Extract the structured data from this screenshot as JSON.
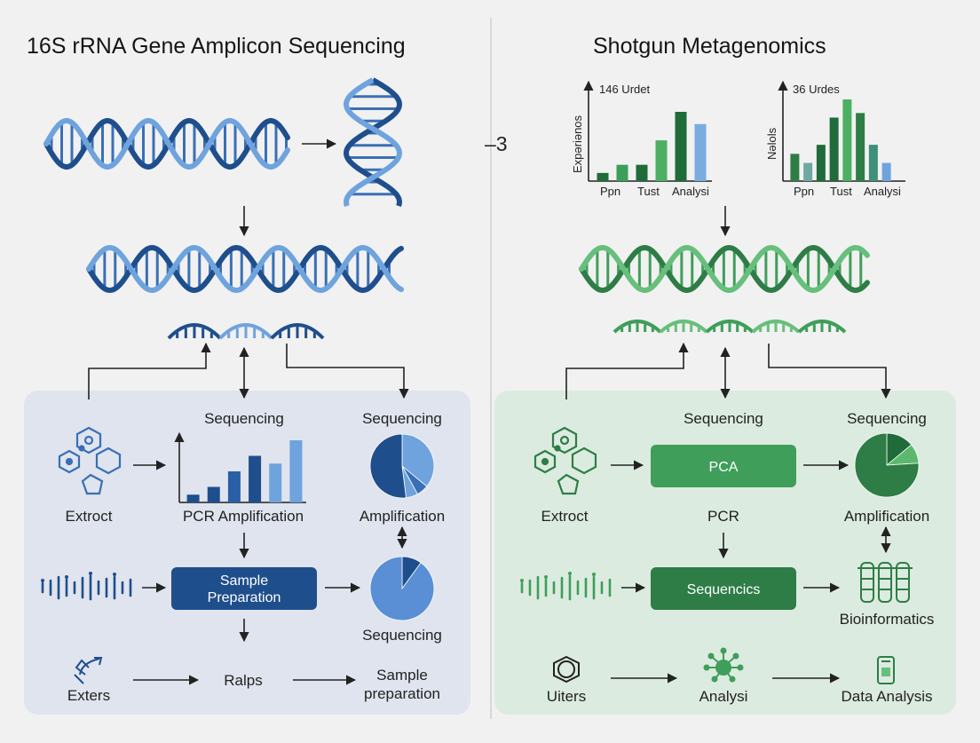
{
  "left": {
    "title": "16S rRNA Gene Amplicon Sequencing",
    "labels": {
      "seq1": "Sequencing",
      "seq2": "Sequencing",
      "extract": "Extroct",
      "pcr_amp": "PCR Amplification",
      "amplification": "Amplification",
      "sample_prep_line1": "Sample",
      "sample_prep_line2": "Preparation",
      "seq3": "Sequencing",
      "exters": "Exters",
      "ralps": "Ralps",
      "sample_line1": "Sample",
      "sample_line2": "preparation"
    },
    "colors": {
      "dark": "#1f4e8c",
      "mid": "#3a6fb5",
      "light": "#6fa3dd",
      "panel": "#dfe4ee"
    }
  },
  "connector_text": "–3",
  "right": {
    "title": "Shotgun Metagenomics",
    "labels": {
      "seq1": "Sequencing",
      "seq2": "Sequencing",
      "pca": "PCA",
      "extract": "Extroct",
      "pcr": "PCR",
      "amplification": "Amplification",
      "sequencics": "Sequencics",
      "bioinformatics": "Bioinformatics",
      "uiters": "Uiters",
      "analysi": "Analysi",
      "data_analysis": "Data Analysis"
    },
    "colors": {
      "dark": "#2e7d46",
      "mid": "#3f9e5a",
      "light": "#67bf7c",
      "panel": "#dcebdf"
    }
  },
  "chart_data": [
    {
      "type": "bar",
      "title": "146 Urdet",
      "ylabel": "Expəriənos",
      "categories": [
        "Ppn",
        "",
        "Tust",
        "",
        "Analysi",
        ""
      ],
      "values": [
        1,
        2,
        2,
        5,
        8.5,
        7
      ],
      "colors": [
        "#1f6b3a",
        "#3a9f58",
        "#1f6b3a",
        "#4caf62",
        "#1f6b3a",
        "#7aace0"
      ]
    },
    {
      "type": "bar",
      "title": "36 Urdes",
      "ylabel": "Nəlols",
      "categories": [
        "Ppn",
        "",
        "Tust",
        "",
        "Analysi",
        ""
      ],
      "values": [
        3,
        2,
        4,
        7,
        9,
        7.5,
        4,
        2
      ],
      "colors": [
        "#2e7d46",
        "#6fa8a0",
        "#1f6b3a",
        "#1f6b3a",
        "#4caf62",
        "#2e7d46",
        "#3f8f7a",
        "#6fa3dd"
      ]
    },
    {
      "type": "bar",
      "title": "",
      "categories": [],
      "values": [
        1,
        2,
        4,
        6,
        5,
        8
      ],
      "colors": [
        "#1f4e8c",
        "#1f4e8c",
        "#2a5fa6",
        "#1f4e8c",
        "#6fa3dd",
        "#6fa3dd"
      ]
    },
    {
      "type": "pie",
      "title": "",
      "values": [
        0.36,
        0.06,
        0.06,
        0.52
      ],
      "colors": [
        "#6fa3dd",
        "#3a6fb5",
        "#6fa3dd",
        "#1f4e8c"
      ]
    },
    {
      "type": "pie",
      "title": "",
      "values": [
        0.1,
        0.9
      ],
      "colors": [
        "#1f4e8c",
        "#5a8fd6"
      ]
    },
    {
      "type": "pie",
      "title": "",
      "values": [
        0.14,
        0.1,
        0.76
      ],
      "colors": [
        "#1f6b3a",
        "#5cb86e",
        "#2e7d46"
      ]
    }
  ]
}
